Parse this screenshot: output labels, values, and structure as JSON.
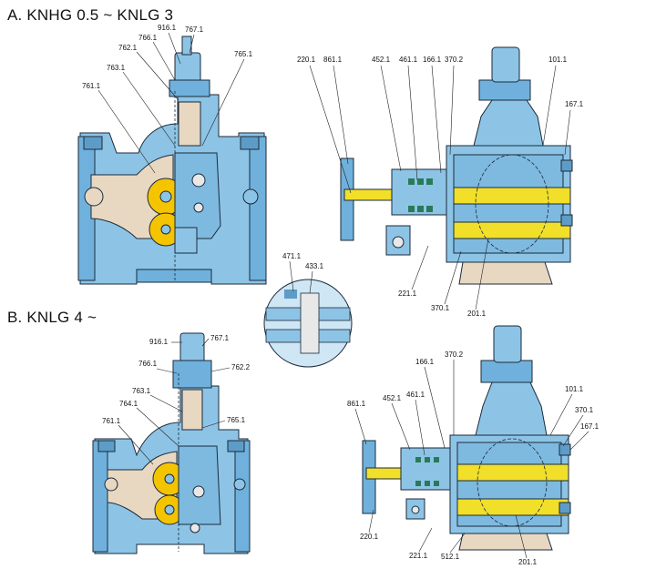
{
  "sections": {
    "a_title": "A. KNHG 0.5 ~ KNLG 3",
    "b_title": "B. KNLG 4 ~"
  },
  "colors": {
    "casing": "#8dc4e6",
    "casing_dark": "#5e9cc8",
    "internal_beige": "#e8d8c2",
    "shaft_yellow": "#f1df2a",
    "gear_yellow": "#f5c400",
    "outline": "#1b2a3a"
  },
  "labels": {
    "a_left": {
      "l916": "916.1",
      "l767": "767.1",
      "l766": "766.1",
      "l762": "762.1",
      "l763": "763.1",
      "l765": "765.1",
      "l761": "761.1"
    },
    "a_right": {
      "l220": "220.1",
      "l861": "861.1",
      "l452": "452.1",
      "l461": "461.1",
      "l166": "166.1",
      "l3702": "370.2",
      "l101": "101.1",
      "l167": "167.1",
      "l221": "221.1",
      "l3701": "370.1",
      "l201": "201.1"
    },
    "detail": {
      "l471": "471.1",
      "l433": "433.1"
    },
    "b_left": {
      "l916": "916.1",
      "l767": "767.1",
      "l766": "766.1",
      "l762": "762.2",
      "l763": "763.1",
      "l764": "764.1",
      "l761": "761.1",
      "l765": "765.1"
    },
    "b_right": {
      "l166": "166.1",
      "l3702": "370.2",
      "l461": "461.1",
      "l452": "452.1",
      "l861": "861.1",
      "l101": "101.1",
      "l3701": "370.1",
      "l167": "167.1",
      "l220": "220.1",
      "l221": "221.1",
      "l512": "512.1",
      "l201": "201.1"
    }
  }
}
